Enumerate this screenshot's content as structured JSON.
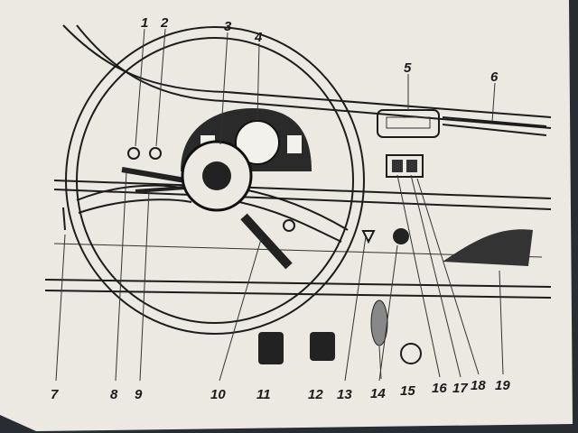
{
  "diagram": {
    "subject": "dashboard",
    "callouts": [
      {
        "number": "1"
      },
      {
        "number": "2"
      },
      {
        "number": "3"
      },
      {
        "number": "4"
      },
      {
        "number": "5"
      },
      {
        "number": "6"
      },
      {
        "number": "7"
      },
      {
        "number": "8"
      },
      {
        "number": "9"
      },
      {
        "number": "10"
      },
      {
        "number": "11"
      },
      {
        "number": "12"
      },
      {
        "number": "13"
      },
      {
        "number": "14"
      },
      {
        "number": "15"
      },
      {
        "number": "16"
      },
      {
        "number": "17"
      },
      {
        "number": "18"
      },
      {
        "number": "19"
      }
    ]
  },
  "colors": {
    "paper": "#ece9e2",
    "ink": "#1c1c1c",
    "background": "#2a2c33"
  }
}
